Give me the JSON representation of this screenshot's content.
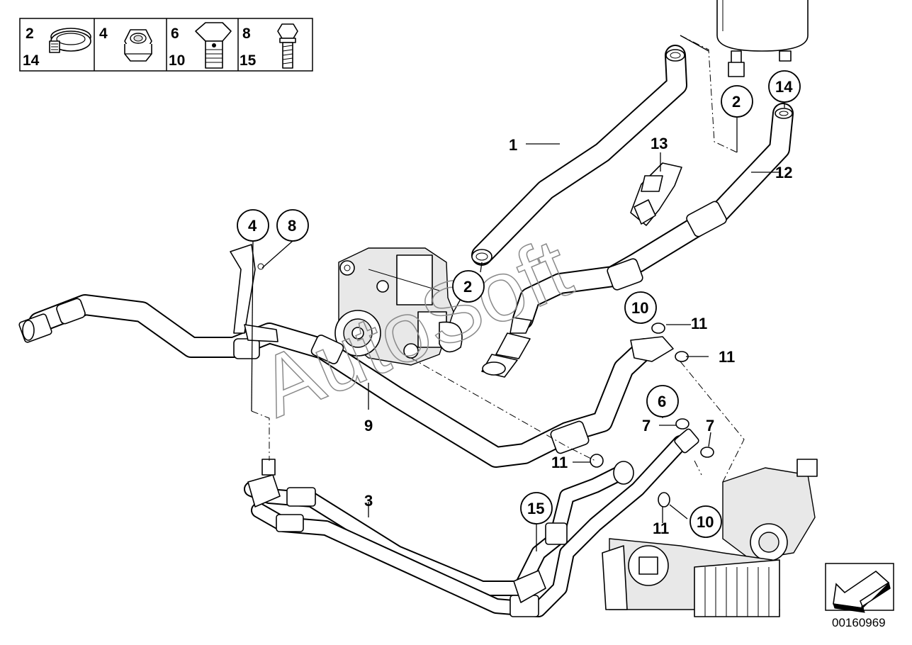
{
  "legend": [
    {
      "numbers": [
        "2",
        "14"
      ],
      "icon": "hose-clamp-icon"
    },
    {
      "numbers": [
        "4"
      ],
      "icon": "nut-icon"
    },
    {
      "numbers": [
        "6",
        "10"
      ],
      "icon": "banjo-bolt-icon"
    },
    {
      "numbers": [
        "8",
        "15"
      ],
      "icon": "hex-bolt-icon"
    }
  ],
  "callouts": {
    "c1": "1",
    "c2a": "2",
    "c2b": "2",
    "c3": "3",
    "c4": "4",
    "c6": "6",
    "c7a": "7",
    "c7b": "7",
    "c8": "8",
    "c9": "9",
    "c10a": "10",
    "c10b": "10",
    "c11a": "11",
    "c11b": "11",
    "c11c": "11",
    "c11d": "11",
    "c12": "12",
    "c13": "13",
    "c14": "14",
    "c15": "15"
  },
  "watermark": "AutoSoft",
  "diagram_code": "00160969",
  "nav_icon": "back-arrow-icon"
}
